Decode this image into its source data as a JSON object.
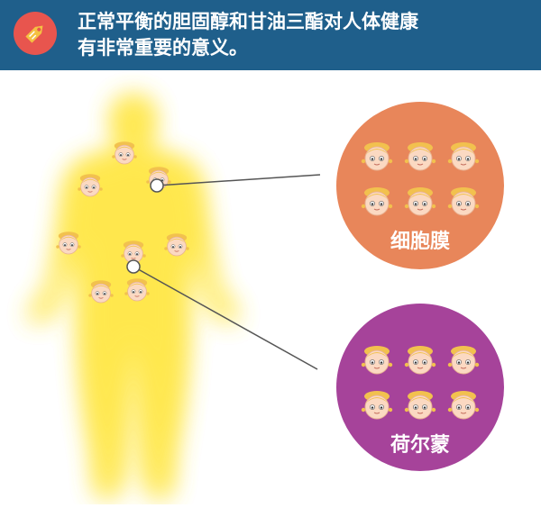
{
  "header": {
    "line1": "正常平衡的胆固醇和甘油三酯对人体健康",
    "line2": "有非常重要的意义。",
    "icon": "price-tag-icon",
    "bg_color": "#1f5f8b"
  },
  "figure": {
    "body_color": "#f8d8c0",
    "glow_color": "#ffe74a",
    "circles": [
      {
        "label": "细胞膜",
        "color": "#e8865a"
      },
      {
        "label": "荷尔蒙",
        "color": "#a6439a"
      }
    ]
  }
}
